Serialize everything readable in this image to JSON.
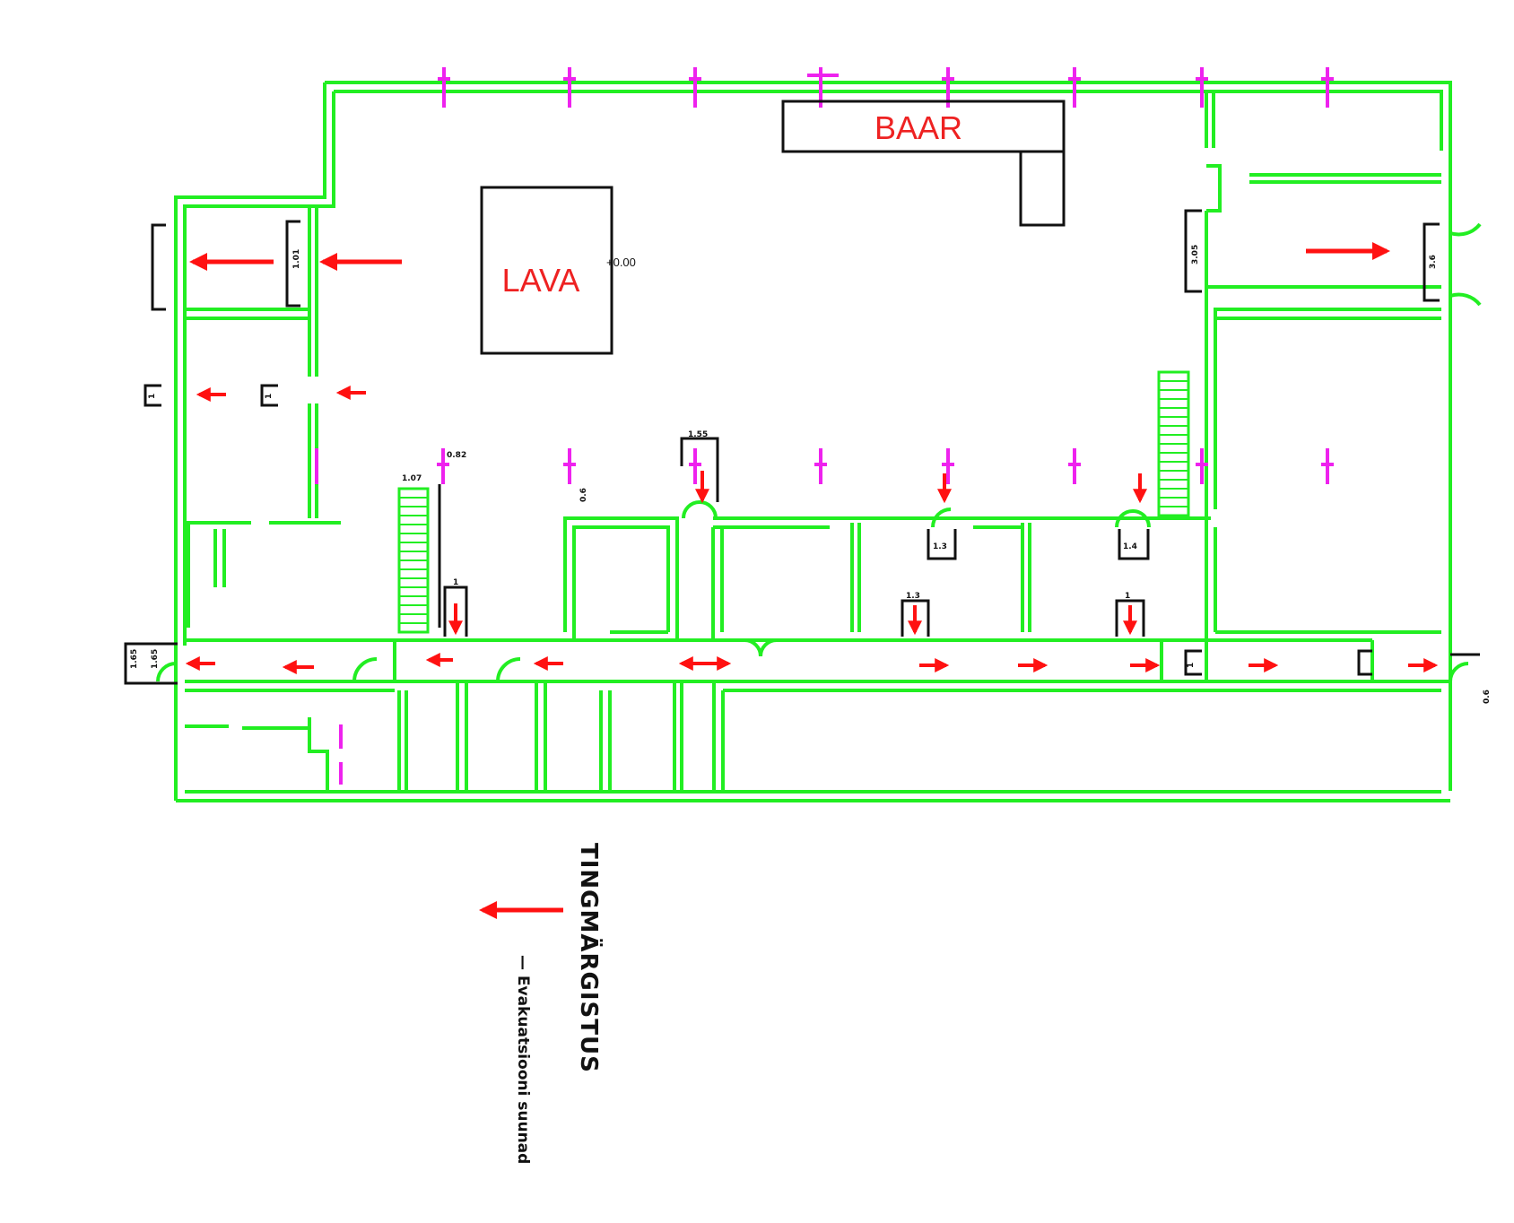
{
  "plan": {
    "labels": {
      "bar": "BAAR",
      "stage": "LAVA",
      "level": "+0.00"
    },
    "dimensions": [
      "1.65",
      "1.65",
      "1.01",
      "1",
      "1",
      "1.07",
      "0.82",
      "0.6",
      "1.55",
      "1.3",
      "1.4",
      "1.3",
      "1",
      "1",
      "1",
      "3.05",
      "3.6",
      "0.6"
    ],
    "legend": {
      "title": "TINGMÄRGISTUS",
      "entry": "— Evakuatsiooni suunad"
    },
    "colors": {
      "wall": "#22ee22",
      "arrow": "#ff1111",
      "fixture": "#ee22ee",
      "outline": "#111111",
      "label": "#ee2222"
    },
    "icons": {
      "evacuation": "arrow-left-icon"
    }
  }
}
